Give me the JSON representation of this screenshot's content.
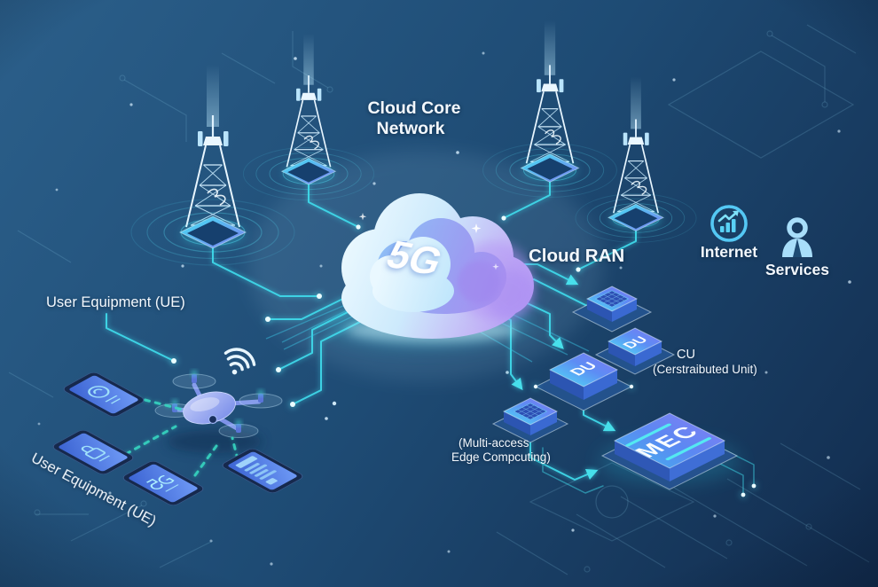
{
  "diagram": {
    "type": "isometric-network-diagram",
    "topic": "5G Cloud RAN architecture",
    "labels": {
      "cloud_core_line1": "Cloud Core",
      "cloud_core_line2": "Network",
      "cloud_ran": "Cloud RAN",
      "cloud_5g": "5G",
      "ue_top": "User Equipment (UE)",
      "ue_bottom": "User Equipment (UE)",
      "internet": "Internet",
      "services": "Services",
      "cu_acronym": "CU",
      "cu_expansion": "(Cerstraibuted Unit)",
      "mec_acronym": "MEC",
      "mec_expansion_line1": "(Multi-access",
      "mec_expansion_line2": "Edge Compcuting)",
      "du_right": "DU",
      "du_left": "DU"
    },
    "icons": {
      "internet_icon": "growth-chart-circle-icon",
      "services_icon": "person-icon",
      "wifi_icon": "wifi-signal-icon",
      "towers": "cell-tower-icon",
      "drone": "quadcopter-drone-icon",
      "devices": "smartphone-icon",
      "chips": "compute-chip-icon"
    },
    "counts": {
      "cell_towers": 4,
      "ue_devices": 4,
      "du_units": 2,
      "edge_chips": 2
    },
    "colors": {
      "background_top": "#2b5f8a",
      "background_bottom": "#122c4e",
      "accent_cyan": "#3fdcec",
      "accent_teal_dash": "#37d8c2",
      "cloud_light": "#d9f1fe",
      "cloud_purple": "#ab8ff2",
      "chip_blue": "#5b86f2",
      "label_text": "#f3f8fd"
    }
  }
}
